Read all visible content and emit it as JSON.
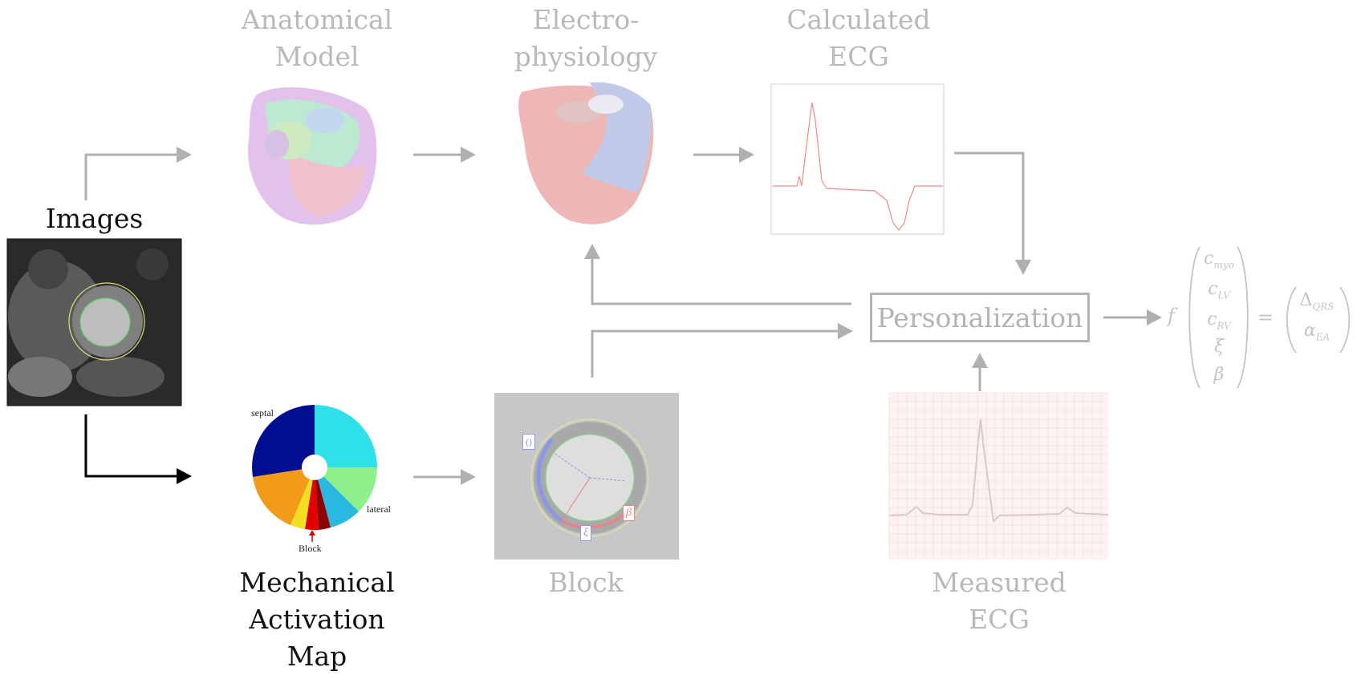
{
  "labels": {
    "images": "Images",
    "anatomical": [
      "Anatomical",
      "Model"
    ],
    "electro": [
      "Electro-",
      "physiology"
    ],
    "calc_ecg": [
      "Calculated",
      "ECG"
    ],
    "mech_map": [
      "Mechanical",
      "Activation",
      "Map"
    ],
    "block": "Block",
    "measured_ecg": [
      "Measured",
      "ECG"
    ],
    "personalization": "Personalization"
  },
  "activation_map": {
    "septal": "septal",
    "lateral": "lateral",
    "block": "Block"
  },
  "block_params": {
    "theta": "()",
    "beta": "β",
    "xi": "ξ"
  },
  "equation": {
    "func": "f",
    "params": [
      "c",
      "c",
      "c",
      "ξ",
      "β"
    ],
    "param_subscripts": [
      "myo",
      "LV",
      "RV",
      "",
      ""
    ],
    "equals": "=",
    "outputs": [
      "Δ",
      "α"
    ],
    "output_subscripts": [
      "QRS",
      "EA"
    ]
  },
  "colors": {
    "arrow_gray": "#b0b0b0",
    "arrow_black": "#000000",
    "label_gray": "#b9b9b9",
    "ecg_red": "#f28a8a"
  }
}
